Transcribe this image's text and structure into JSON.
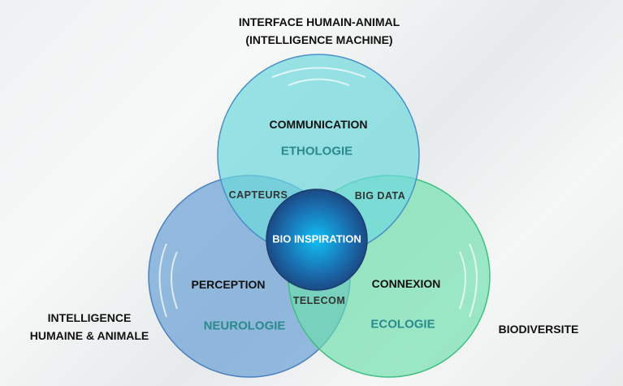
{
  "outer_labels": {
    "top_line1": "INTERFACE HUMAIN-ANIMAL",
    "top_line2": "(INTELLIGENCE MACHINE)",
    "left_line1": "INTELLIGENCE",
    "left_line2": "HUMAINE & ANIMALE",
    "right": "BIODIVERSITE"
  },
  "circles": {
    "top": {
      "title": "COMMUNICATION",
      "subtitle": "ETHOLOGIE",
      "color": "#7fdde0"
    },
    "left": {
      "title": "PERCEPTION",
      "subtitle": "NEUROLOGIE",
      "color": "#7aa8d8"
    },
    "right": {
      "title": "CONNEXION",
      "subtitle": "ECOLOGIE",
      "color": "#7ee0b0"
    }
  },
  "intersections": {
    "top_left": "CAPTEURS",
    "top_right": "BIG DATA",
    "bottom": "TELECOM"
  },
  "center": {
    "label": "BIO INSPIRATION",
    "color": "#1a8fd0"
  }
}
